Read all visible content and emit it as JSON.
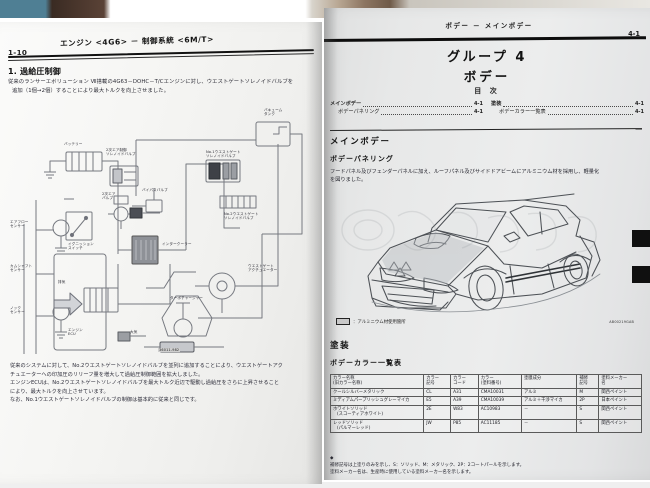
{
  "document": {
    "type": "service-manual-photo",
    "language": "ja"
  },
  "left_page": {
    "page_number": "1-10",
    "header": "エンジン <4G6> － 制御系統 <6M/T>",
    "section_heading": "1. 過給圧制御",
    "intro_lines": [
      "従来のランサーエボリューション Ⅶ搭載の4G63－DOHC－T/Cエンジンに対し、ウエストゲートソレノイドバルブを",
      "追加（1個→2個）することにより最大トルクを向上させました。"
    ],
    "figure": {
      "code": "36011-982",
      "labels": [
        "バッテリー",
        "2次エア制御\nソレノイドバルブ",
        "2次エア\nバルブ",
        "バイパスバルブ",
        "バキューム\nタンク",
        "イグニッション\nスイッチ",
        "エアフロー\nセンサー",
        "カムシャフト\nセンサー",
        "ノック\nセンサー",
        "エンジン\nECU",
        "インタークーラー",
        "ターボチャージャー",
        "排気",
        "No.1ウエストゲート\nソレノイドバルブ",
        "No.2ウエストゲート\nソレノイドバルブ",
        "ウエストゲート\nアクチュエーター",
        "大気"
      ]
    },
    "footer_paragraphs": [
      "従来のシステムに対して、No.2ウエストゲートソレノイドバルブを並列に追加することにより、ウエストゲートアク",
      "チュエーターへの印加圧のリリーフ量を増大して過給圧制御範囲を拡大しました。",
      "エンジンECUは、No.2ウエストゲートソレノイドバルブを最大トルク近辺で駆動し過給圧をさらに上昇させること",
      "により、最大トルクを向上させています。",
      "なお、No.1ウエストゲートソレノイドバルブの制御は基本的に従来と同じです。"
    ]
  },
  "right_page": {
    "page_number": "4-1",
    "header": "ボデー － メインボデー",
    "group": "グループ 4",
    "title": "ボデー",
    "toc_heading": "目 次",
    "toc_left": [
      {
        "label": "メインボデー",
        "page": "4-1",
        "level": 1
      },
      {
        "label": "ボデーパネリング",
        "page": "4-1",
        "level": 2
      }
    ],
    "toc_right": [
      {
        "label": "塗装",
        "page": "4-1",
        "level": 1
      },
      {
        "label": "ボデーカラー一覧表",
        "page": "4-1",
        "level": 2
      }
    ],
    "section1": {
      "heading": "メインボデー",
      "subheading": "ボデーパネリング",
      "paragraphs": [
        "フードパネル及びフェンダーパネルに加え、ルーフパネル及びサイドドアビームにアルミニウム材を採用し、軽量化",
        "を図りました。"
      ],
      "legend_label": "：アルミニウム材使用箇所",
      "figure_code": "AB00219GAB"
    },
    "section2": {
      "heading": "塗装",
      "subheading": "ボデーカラー一覧表",
      "table": {
        "headers": [
          "カラー名称\n(旧カラー名称)",
          "カラー\n記号",
          "カラー\nコード",
          "カラー\n(塗料番号)",
          "塗膜成分",
          "補修\n記号",
          "塗料メーカー\n名"
        ],
        "rows": [
          {
            "name": "クールシルバーメタリック",
            "sub": "",
            "symbol": "CL",
            "code": "A31",
            "paint_no": "CMA10031",
            "component": "アルミ",
            "repair": "M",
            "maker": "関西ペイント"
          },
          {
            "name": "ミディアムパープリッシュグレーマイカ",
            "sub": "",
            "symbol": "E5",
            "code": "A39",
            "paint_no": "CMA10039",
            "component": "アルミ＋干渉マイカ",
            "repair": "2P",
            "maker": "日本ペイント"
          },
          {
            "name": "ホワイトソリッド",
            "sub": "(スコーティアホワイト)",
            "symbol": "2E",
            "code": "W83",
            "paint_no": "AC10983",
            "component": "－",
            "repair": "S",
            "maker": "関西ペイント"
          },
          {
            "name": "レッドソリッド",
            "sub": "(パルマーレッド)",
            "symbol": "JW",
            "code": "P85",
            "paint_no": "AC11185",
            "component": "－",
            "repair": "S",
            "maker": "関西ペイント"
          }
        ]
      },
      "notes_marker": "◆",
      "notes": [
        "補修記号は上塗りのみを示し、S：ソリッド、M：メタリック、2P：2コートパールを示します。",
        "塗料メーカー名は、生産時に使用している塗料メーカー名を示します。"
      ]
    }
  },
  "colors": {
    "page_left_bg": "#f6f6f4",
    "page_right_bg": "#e9eaea",
    "ink": "#1b1b1b",
    "diagram_line": "#6d7079",
    "edge_mark": "#101010"
  }
}
